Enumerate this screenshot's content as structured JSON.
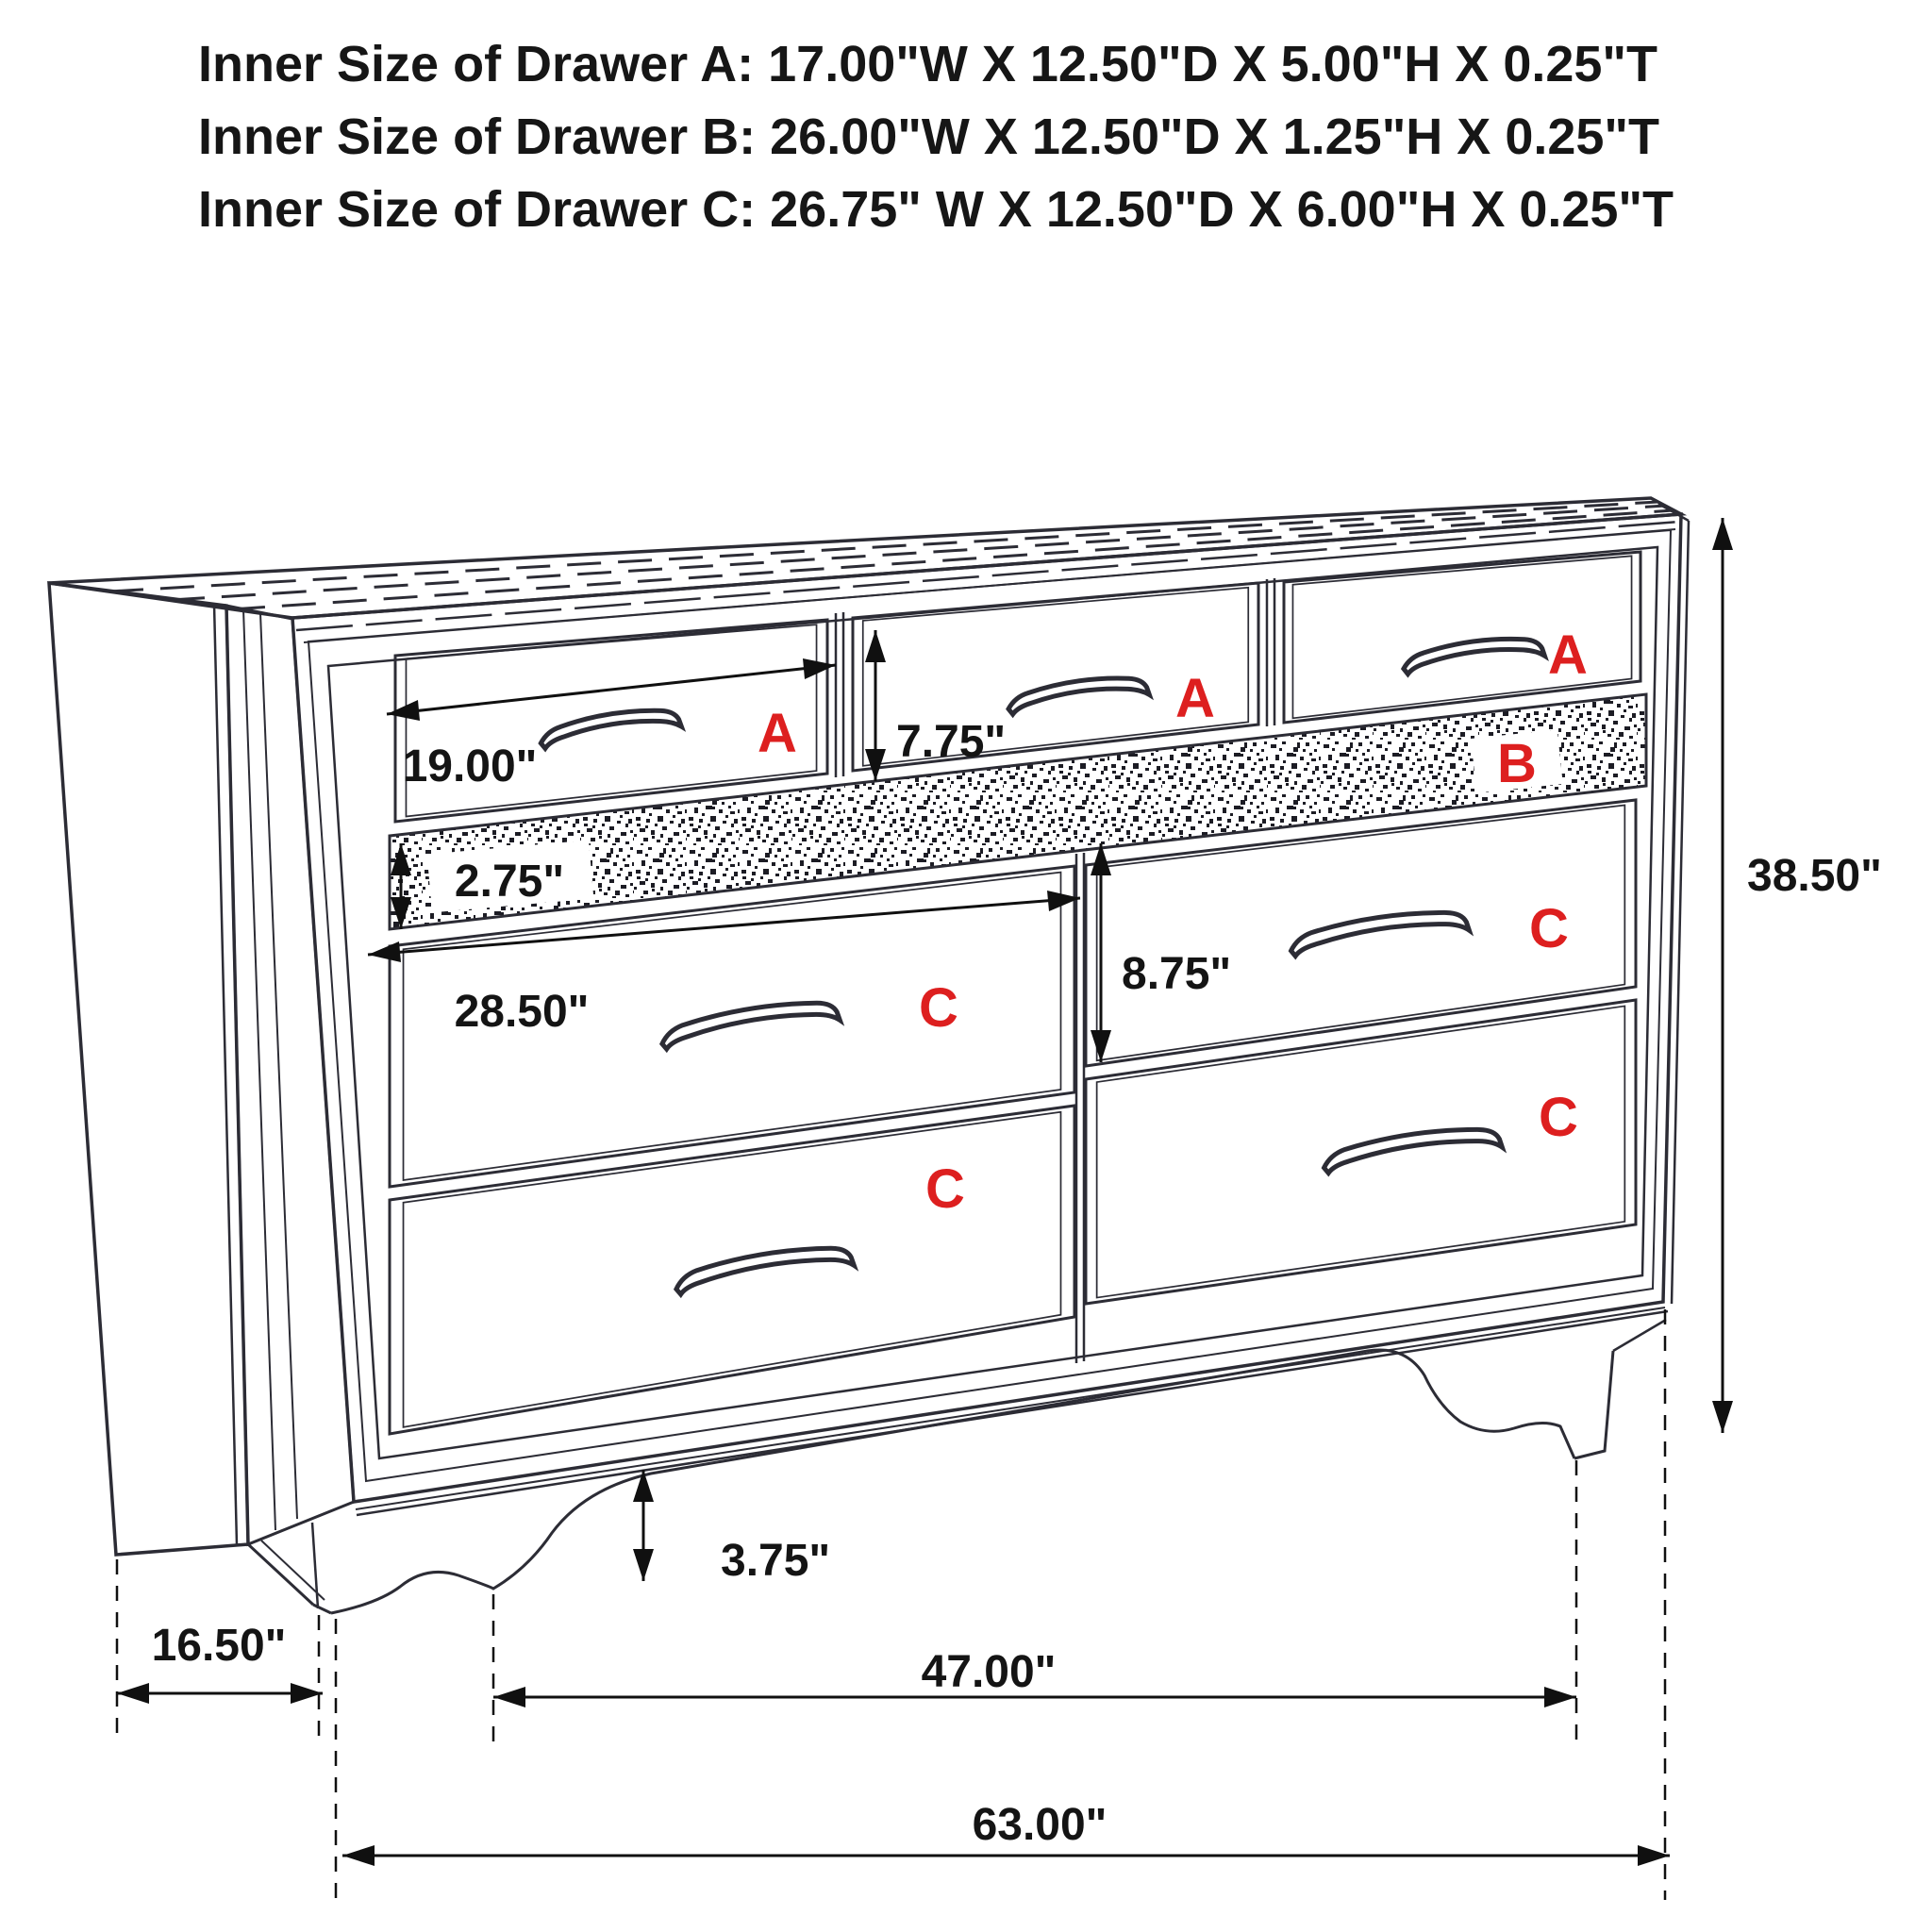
{
  "header": {
    "lines": [
      "Inner Size of Drawer A: 17.00\"W X 12.50\"D X 5.00\"H X 0.25\"T",
      "Inner Size of Drawer B: 26.00\"W X 12.50\"D X 1.25\"H X 0.25\"T",
      "Inner Size of Drawer C: 26.75\" W X 12.50\"D X 6.00\"H X 0.25\"T"
    ]
  },
  "diagram": {
    "drawer_labels": {
      "a1": "A",
      "a2": "A",
      "a3": "A",
      "b": "B",
      "c_top_left": "C",
      "c_top_right": "C",
      "c_bottom_left": "C",
      "c_bottom_right": "C"
    },
    "dimensions": {
      "drawer_a_width": "19.00\"",
      "drawer_a_height": "7.75\"",
      "drawer_b_height": "2.75\"",
      "drawer_c_width": "28.50\"",
      "drawer_c_height": "8.75\"",
      "overall_height": "38.50\"",
      "foot_height": "3.75\"",
      "side_depth": "16.50\"",
      "inner_width": "47.00\"",
      "overall_width": "63.00\""
    },
    "colors": {
      "line": "#2c2c35",
      "dimension": "#101010",
      "label_red": "#dd1f1f",
      "background": "#ffffff"
    }
  }
}
